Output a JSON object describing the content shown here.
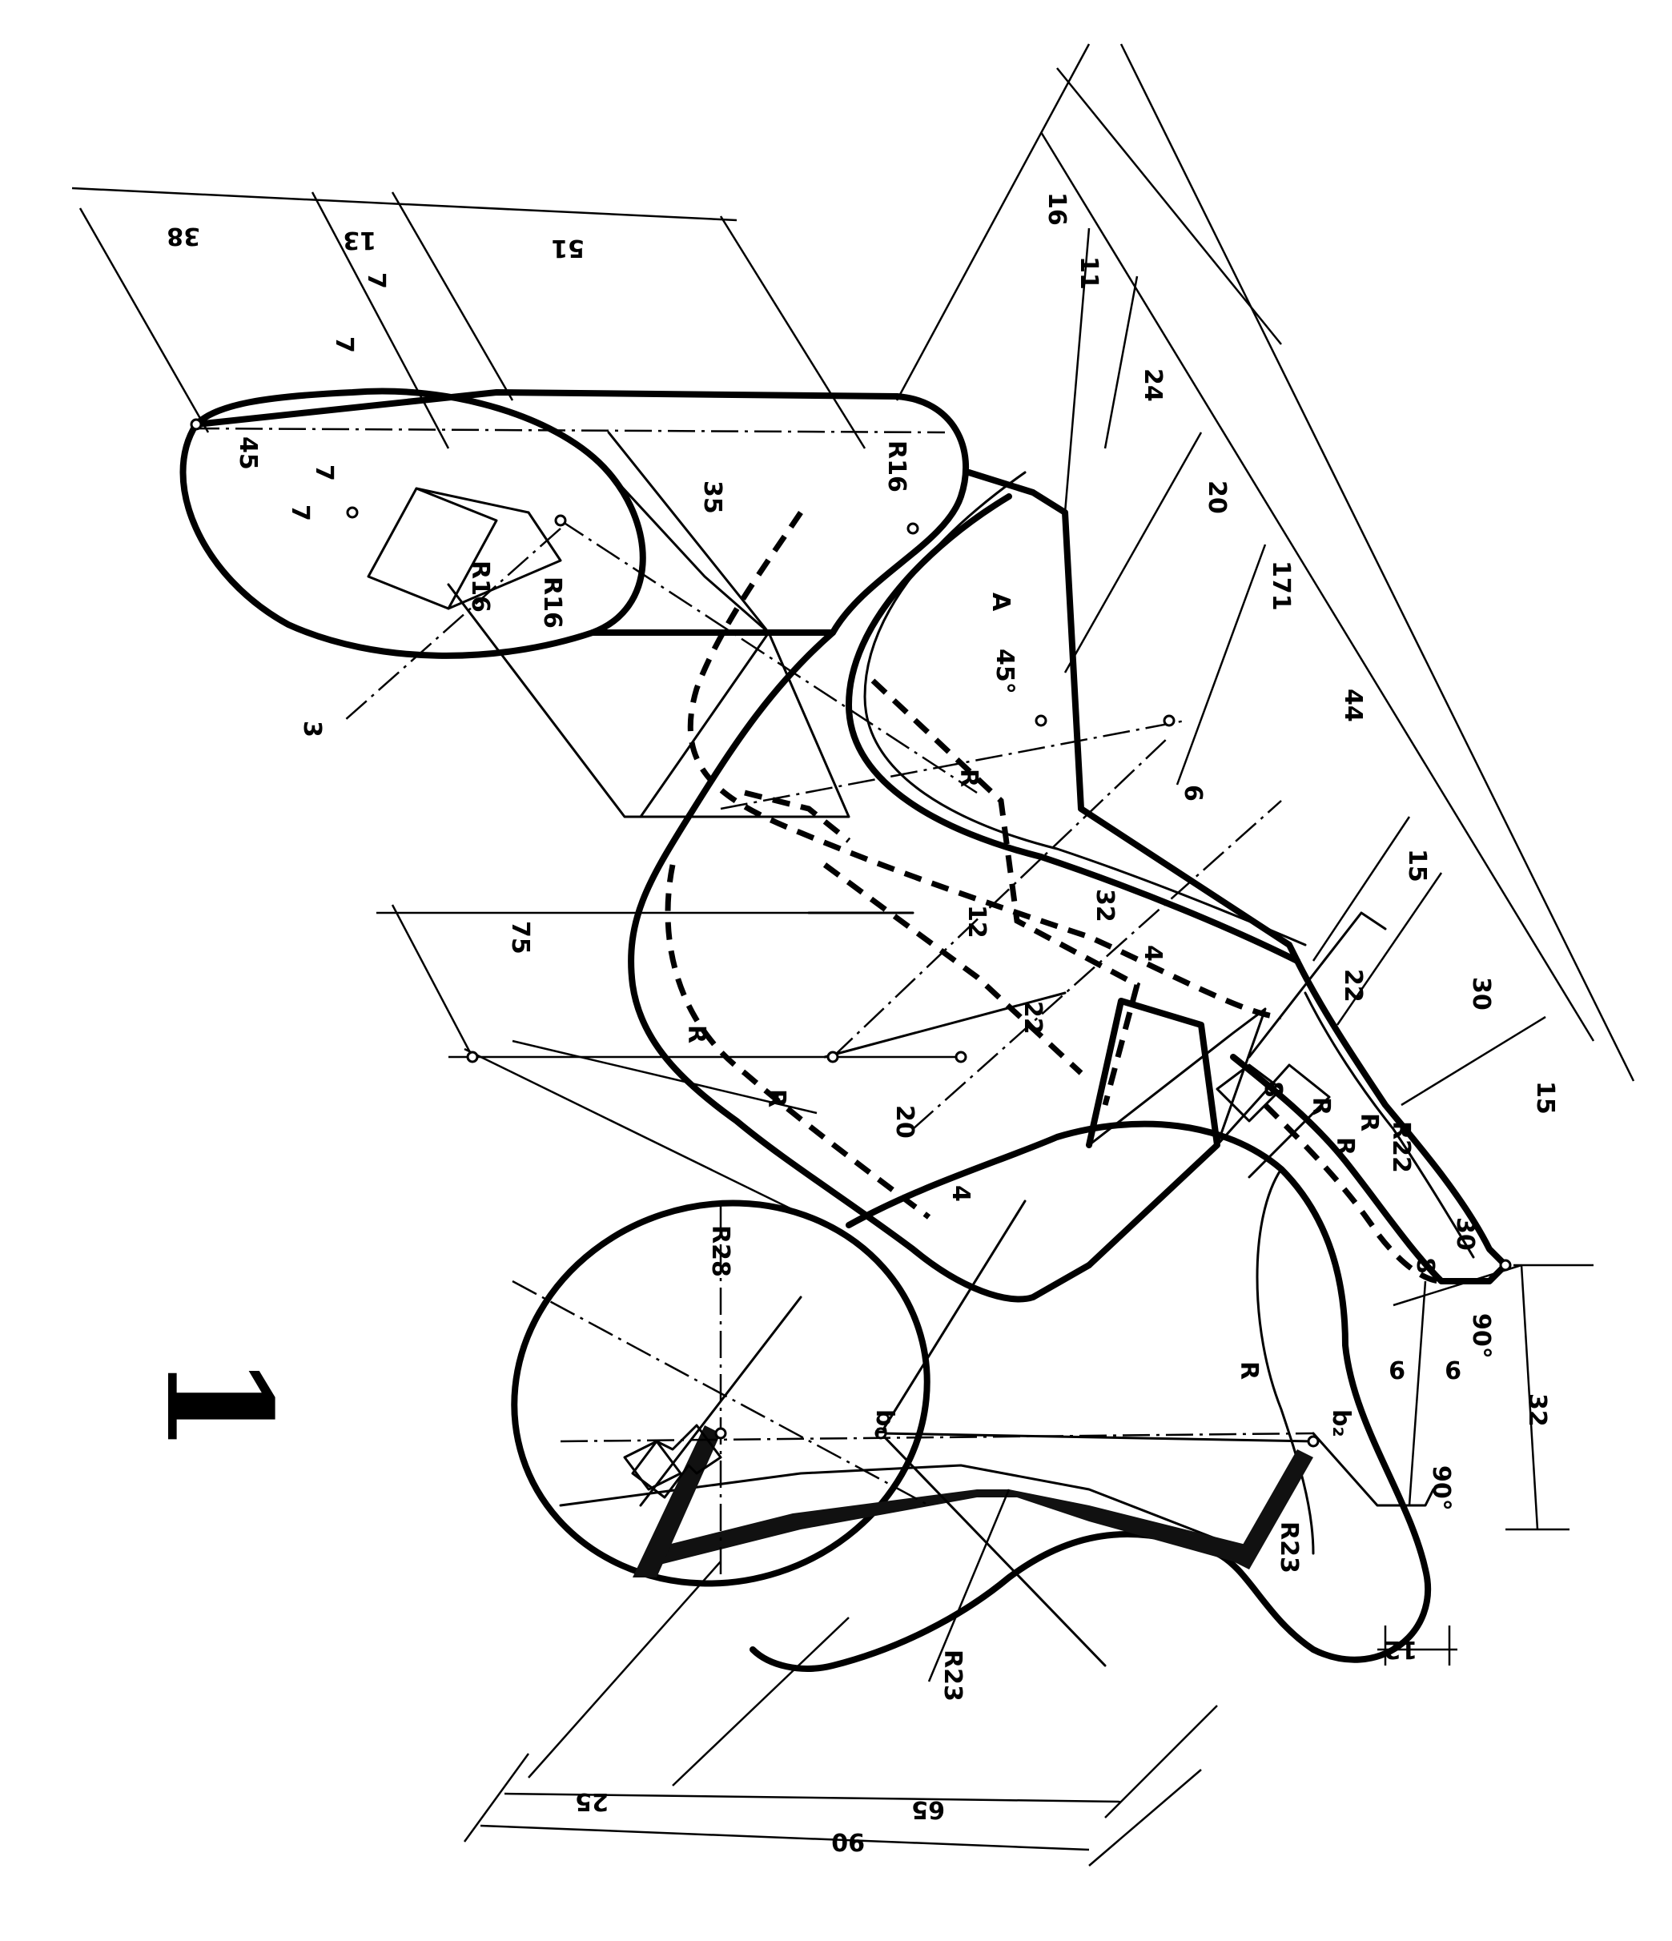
{
  "figure_number": "1",
  "dimensions": {
    "d38": "38",
    "d13a": "13",
    "d51": "51",
    "d16": "16",
    "d11": "11",
    "d24": "24",
    "d20a": "20",
    "d171": "171",
    "d44": "44",
    "d15a": "15",
    "d30": "30",
    "d15b": "15",
    "d75": "75",
    "d12a": "12",
    "d32a": "32",
    "d22a": "22",
    "d20b": "20",
    "d4a": "4",
    "d4b": "4",
    "d6": "6",
    "d22b": "22",
    "r16a": "R16",
    "r16b": "R16",
    "r16c": "R16",
    "d45": "45",
    "d35": "35",
    "d7a": "7",
    "d7b": "7",
    "d7c": "7",
    "d7d": "7",
    "d3": "3",
    "ang45": "45°",
    "rR1": "R",
    "rR2": "R",
    "rR3": "R",
    "rR4": "R",
    "rR5": "R",
    "rA": "A",
    "r28": "R28",
    "r23a": "R23",
    "r23b": "R23",
    "r22": "R22",
    "rRa": "R",
    "rRb": "R",
    "d90": "90",
    "d65": "65",
    "d25": "25",
    "d32b": "32",
    "d12b": "12",
    "d9a": "9",
    "d9b": "9",
    "ang90a": "90°",
    "ang90b": "90°",
    "ang30": "30",
    "d8": "8",
    "b1": "b₁",
    "b2": "b₂",
    "d8s": "8"
  }
}
